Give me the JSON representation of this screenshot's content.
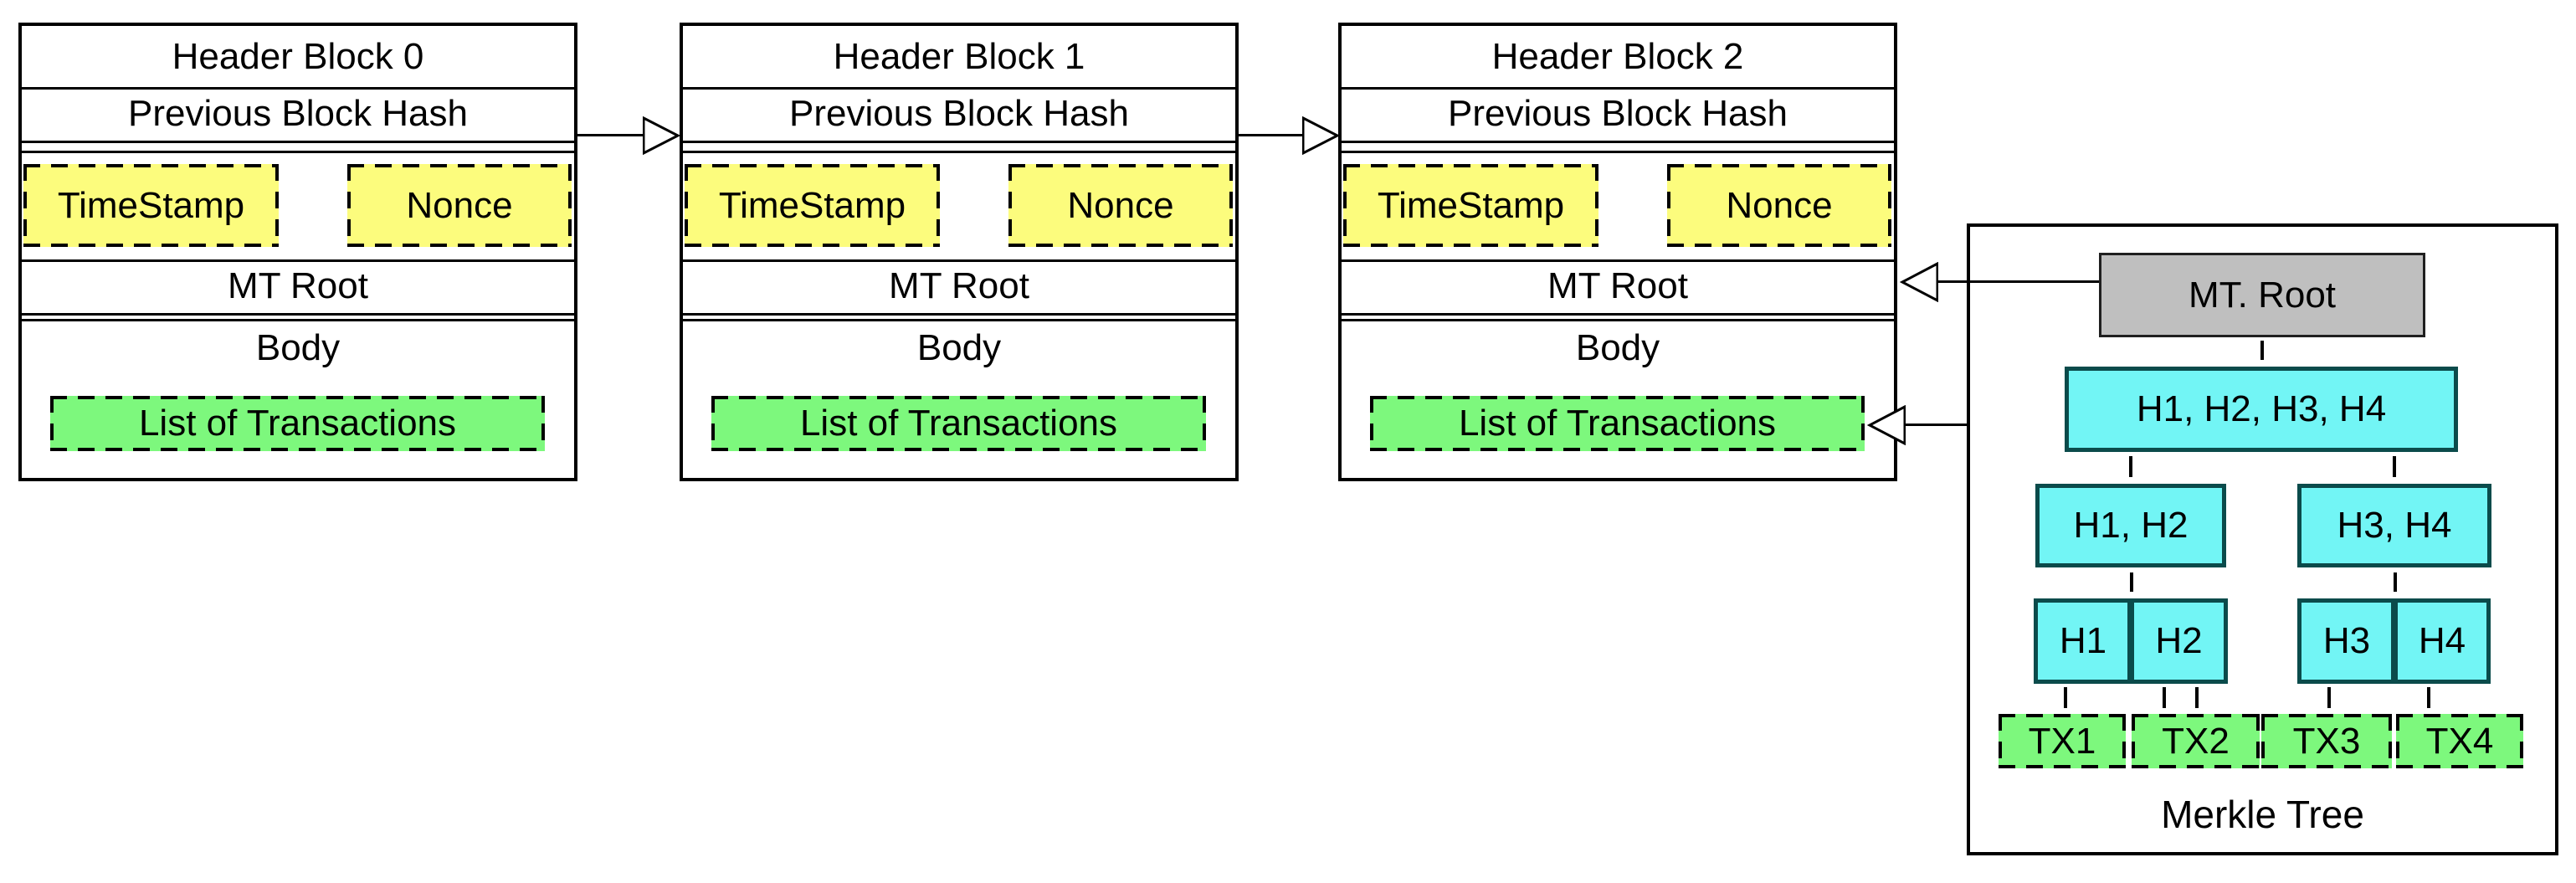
{
  "blocks": [
    {
      "title": "Header Block 0",
      "prev_hash": "Previous Block Hash",
      "timestamp": "TimeStamp",
      "nonce": "Nonce",
      "mt_root": "MT Root",
      "body": "Body",
      "transactions": "List of Transactions"
    },
    {
      "title": "Header Block 1",
      "prev_hash": "Previous Block Hash",
      "timestamp": "TimeStamp",
      "nonce": "Nonce",
      "mt_root": "MT Root",
      "body": "Body",
      "transactions": "List of Transactions"
    },
    {
      "title": "Header Block 2",
      "prev_hash": "Previous Block Hash",
      "timestamp": "TimeStamp",
      "nonce": "Nonce",
      "mt_root": "MT Root",
      "body": "Body",
      "transactions": "List of Transactions"
    }
  ],
  "merkle_tree": {
    "caption": "Merkle Tree",
    "root": "MT. Root",
    "level1": "H1, H2, H3, H4",
    "level2_left": "H1, H2",
    "level2_right": "H3, H4",
    "leaf_h1": "H1",
    "leaf_h2": "H2",
    "leaf_h3": "H3",
    "leaf_h4": "H4",
    "tx1": "TX1",
    "tx2": "TX2",
    "tx3": "TX3",
    "tx4": "TX4"
  },
  "colors": {
    "timestamp_nonce_fill": "#FCFC7D",
    "transactions_fill": "#7DF87D",
    "hash_node_fill": "#72F5F5",
    "hash_node_border": "#0B4B4B",
    "root_fill": "#BFBFBF",
    "line": "#000000"
  }
}
